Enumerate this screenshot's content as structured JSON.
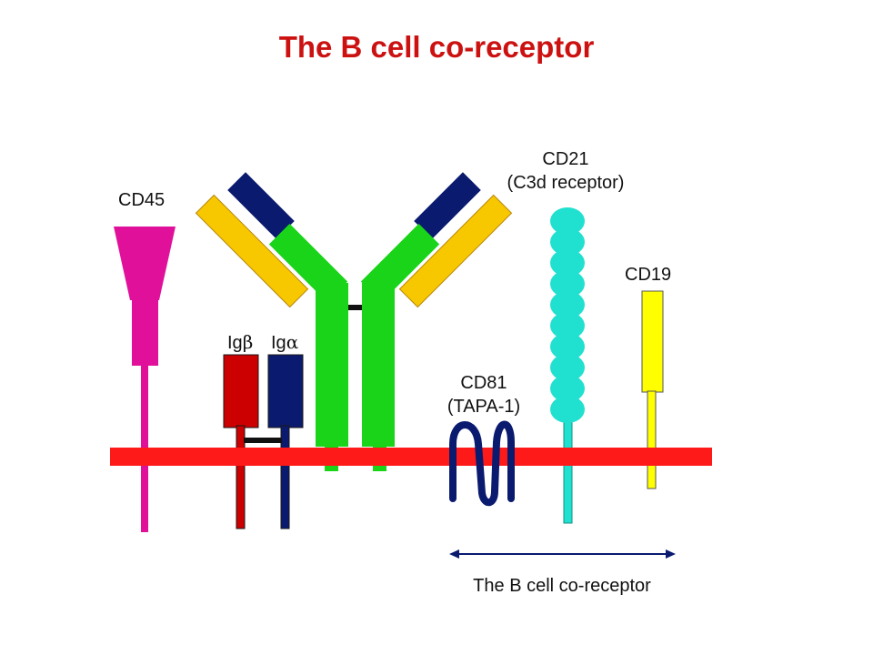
{
  "title": "The B cell co-receptor",
  "labels": {
    "cd45": "CD45",
    "cd21_line1": "CD21",
    "cd21_line2": "(C3d receptor)",
    "cd19": "CD19",
    "ig_beta_prefix": "Ig",
    "ig_beta_symbol": "β",
    "ig_alpha_prefix": "Ig",
    "ig_alpha_symbol": "α",
    "cd81_line1": "CD81",
    "cd81_line2": "(TAPA-1)",
    "coreceptor_caption": "The B cell co-receptor"
  },
  "colors": {
    "title": "#cc1111",
    "membrane": "#ff1a1a",
    "cd45": "#e0109a",
    "ig_heavy": "#19d419",
    "ig_light": "#f7c800",
    "ig_variable": "#0a1a6e",
    "ig_beta": "#cc0000",
    "ig_alpha": "#0a1a6e",
    "cd21": "#20e0d0",
    "cd19": "#ffff00",
    "cd81": "#0a1a6e"
  }
}
